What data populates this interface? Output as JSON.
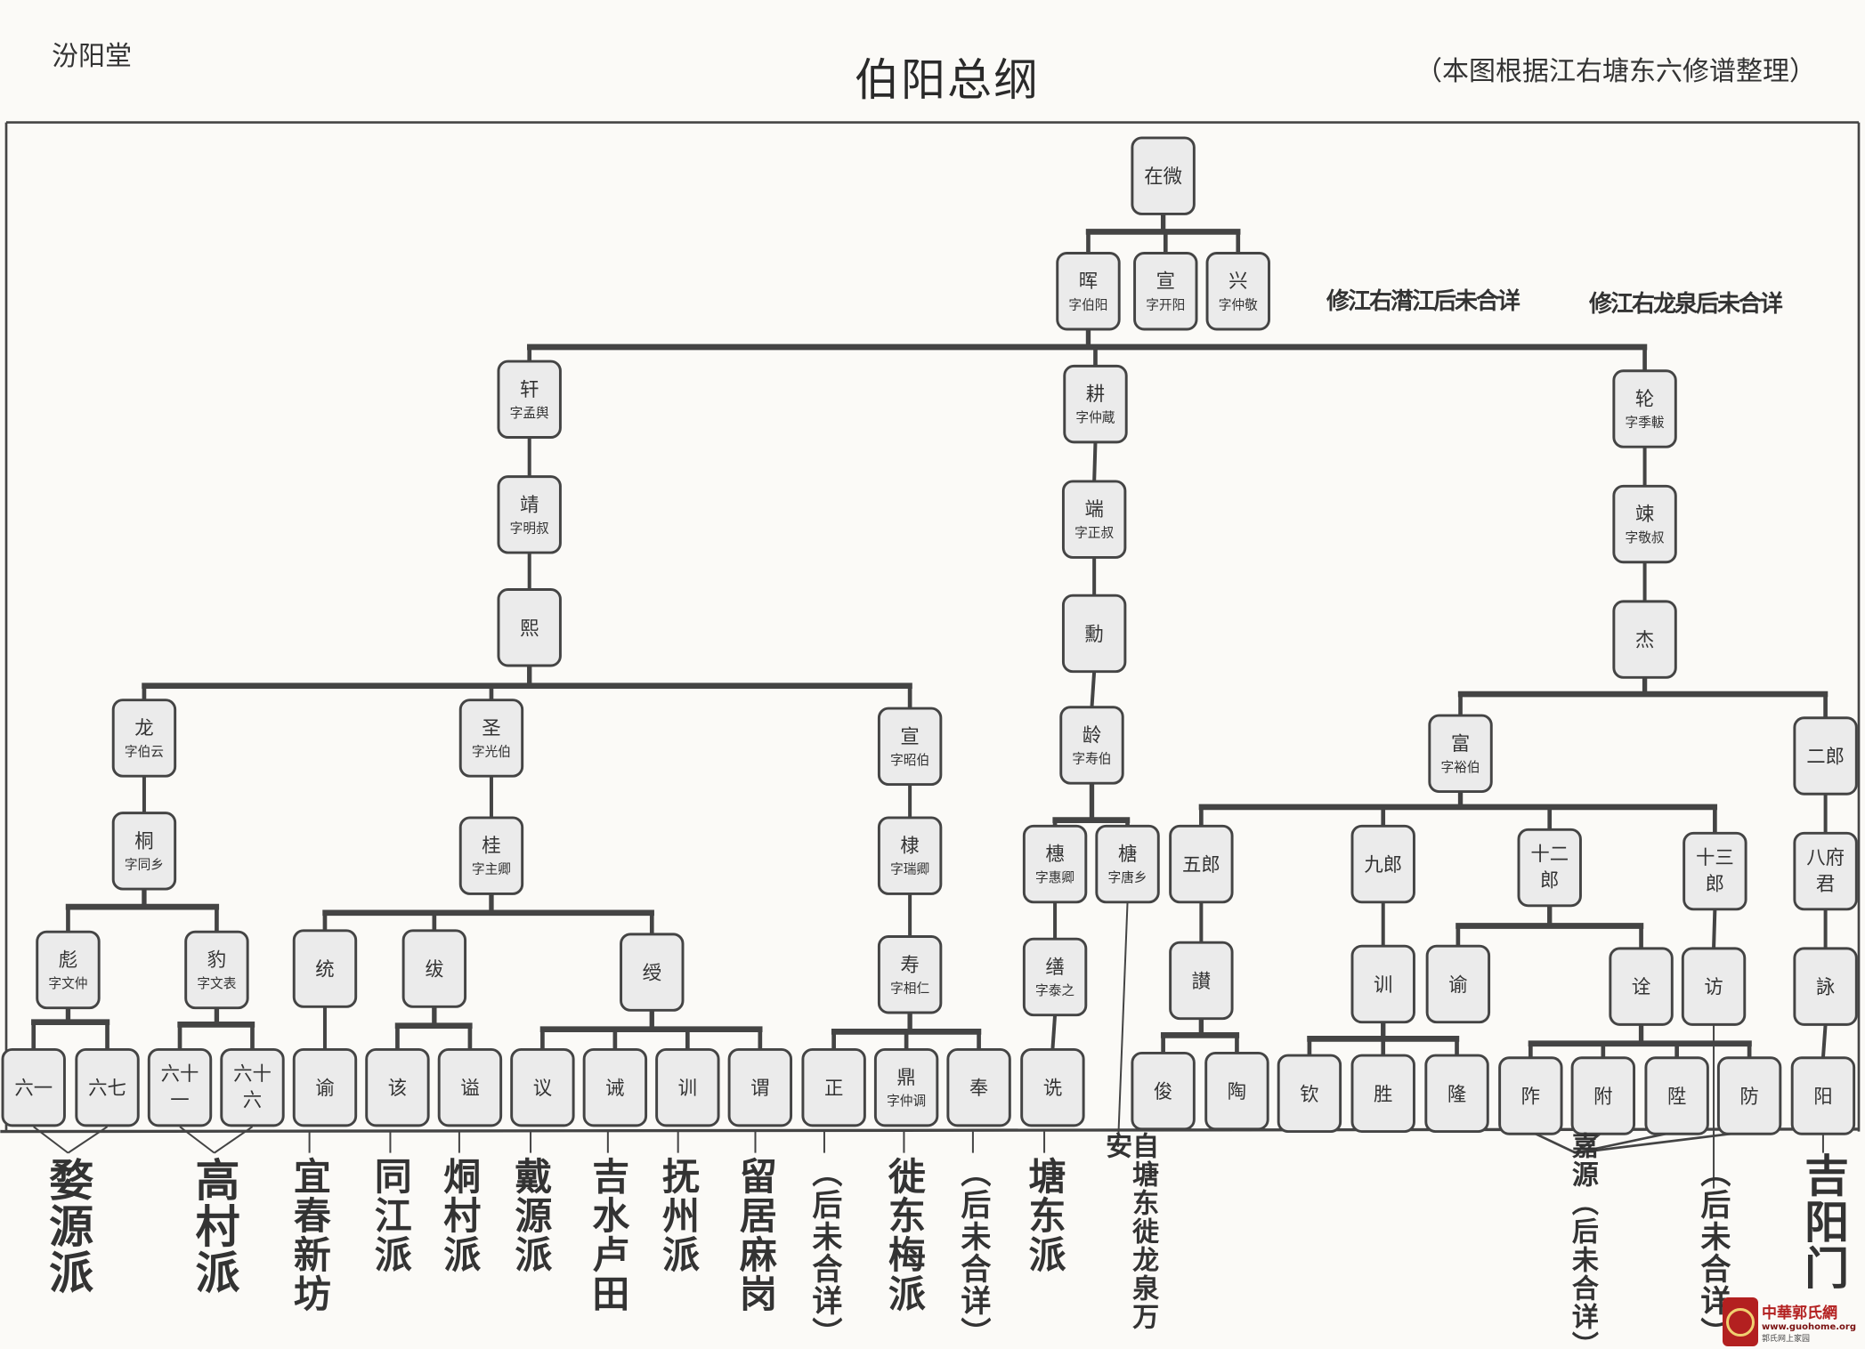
{
  "header": {
    "hall": "汾阳堂",
    "title": "伯阳总纲",
    "source": "（本图根据江右塘东六修谱整理）"
  },
  "notes": [
    "修江右潸江后未合详",
    "修江右龙泉后未合详"
  ],
  "nodes": [
    {
      "name": "在微",
      "zi": ""
    },
    {
      "name": "晖",
      "zi": "字伯阳"
    },
    {
      "name": "宣",
      "zi": "字开阳"
    },
    {
      "name": "兴",
      "zi": "字仲敬"
    },
    {
      "name": "轩",
      "zi": "字孟舆"
    },
    {
      "name": "耕",
      "zi": "字仲蔵"
    },
    {
      "name": "轮",
      "zi": "字季軷"
    },
    {
      "name": "靖",
      "zi": "字明叔"
    },
    {
      "name": "端",
      "zi": "字正叔"
    },
    {
      "name": "竦",
      "zi": "字敬叔"
    },
    {
      "name": "熙",
      "zi": ""
    },
    {
      "name": "勳",
      "zi": ""
    },
    {
      "name": "杰",
      "zi": ""
    },
    {
      "name": "龙",
      "zi": "字伯云"
    },
    {
      "name": "圣",
      "zi": "字光伯"
    },
    {
      "name": "宣",
      "zi": "字昭伯"
    },
    {
      "name": "龄",
      "zi": "字寿伯"
    },
    {
      "name": "富",
      "zi": "字裕伯"
    },
    {
      "name": "二郎",
      "zi": ""
    },
    {
      "name": "桐",
      "zi": "字同乡"
    },
    {
      "name": "桂",
      "zi": "字主卿"
    },
    {
      "name": "棣",
      "zi": "字瑞卿"
    },
    {
      "name": "橞",
      "zi": "字惠卿"
    },
    {
      "name": "榶",
      "zi": "字唐乡"
    },
    {
      "name": "五郎",
      "zi": ""
    },
    {
      "name": "九郎",
      "zi": ""
    },
    {
      "name": "十二郎",
      "zi": ""
    },
    {
      "name": "十三郎",
      "zi": ""
    },
    {
      "name": "八府君",
      "zi": ""
    },
    {
      "name": "彪",
      "zi": "字文仲"
    },
    {
      "name": "豹",
      "zi": "字文表"
    },
    {
      "name": "统",
      "zi": ""
    },
    {
      "name": "绂",
      "zi": ""
    },
    {
      "name": "绶",
      "zi": ""
    },
    {
      "name": "寿",
      "zi": "字相仁"
    },
    {
      "name": "缮",
      "zi": "字泰之"
    },
    {
      "name": "讃",
      "zi": ""
    },
    {
      "name": "训",
      "zi": ""
    },
    {
      "name": "谕",
      "zi": ""
    },
    {
      "name": "诠",
      "zi": ""
    },
    {
      "name": "访",
      "zi": ""
    },
    {
      "name": "詠",
      "zi": ""
    },
    {
      "name": "六一",
      "zi": ""
    },
    {
      "name": "六七",
      "zi": ""
    },
    {
      "name": "六十一",
      "zi": ""
    },
    {
      "name": "六十六",
      "zi": ""
    },
    {
      "name": "谕",
      "zi": ""
    },
    {
      "name": "该",
      "zi": ""
    },
    {
      "name": "谥",
      "zi": ""
    },
    {
      "name": "议",
      "zi": ""
    },
    {
      "name": "诫",
      "zi": ""
    },
    {
      "name": "训",
      "zi": ""
    },
    {
      "name": "谓",
      "zi": ""
    },
    {
      "name": "正",
      "zi": ""
    },
    {
      "name": "鼎",
      "zi": "字仲调"
    },
    {
      "name": "奉",
      "zi": ""
    },
    {
      "name": "诜",
      "zi": ""
    },
    {
      "name": "俊",
      "zi": ""
    },
    {
      "name": "陶",
      "zi": ""
    },
    {
      "name": "钦",
      "zi": ""
    },
    {
      "name": "胜",
      "zi": ""
    },
    {
      "name": "隆",
      "zi": ""
    },
    {
      "name": "阼",
      "zi": ""
    },
    {
      "name": "附",
      "zi": ""
    },
    {
      "name": "陞",
      "zi": ""
    },
    {
      "name": "防",
      "zi": ""
    },
    {
      "name": "阳",
      "zi": ""
    }
  ],
  "branches": [
    "婺源派",
    "高村派",
    "宜春新坊",
    "同江派",
    "烔村派",
    "戴源派",
    "吉水卢田",
    "抚州派",
    "留居麻岗",
    "（后未合详）",
    "徙东梅派",
    "（后未合详）",
    "塘东派",
    "自塘东徙龙泉万安",
    "嘉源（后未合详）",
    "（后未合详）",
    "吉阳门"
  ],
  "logo": {
    "name": "中華郭氏網",
    "url": "www.guohome.org",
    "slogan": "郭氏网上家园"
  },
  "colors": {
    "line": "#444444",
    "box_fill": "#ebebeb",
    "text": "#333333"
  }
}
